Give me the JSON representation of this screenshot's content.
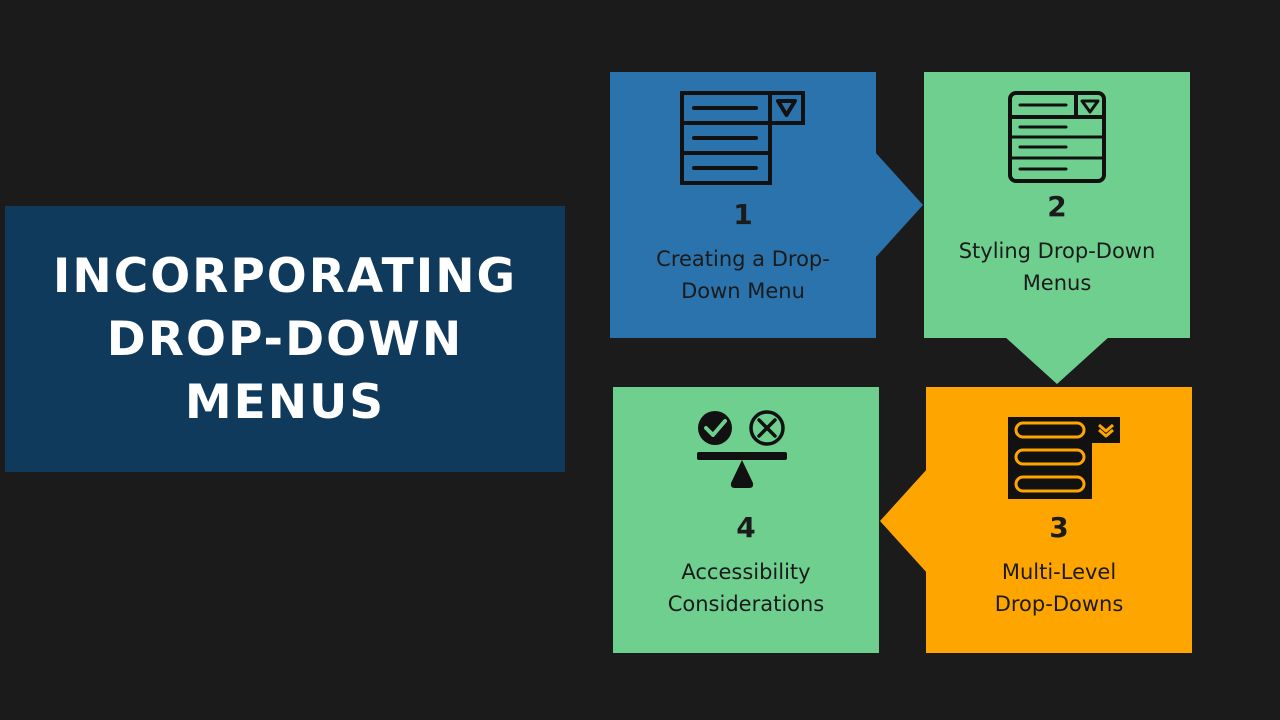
{
  "title": {
    "lines": [
      "INCORPORATING",
      "DROP-DOWN",
      "MENUS"
    ]
  },
  "steps": [
    {
      "number": "1",
      "label_lines": [
        "Creating a Drop-",
        "Down Menu"
      ],
      "icon": "dropdown-menu-icon",
      "color": "#2a73ad"
    },
    {
      "number": "2",
      "label_lines": [
        "Styling Drop-Down",
        "Menus"
      ],
      "icon": "styled-dropdown-icon",
      "color": "#6fcf8f"
    },
    {
      "number": "3",
      "label_lines": [
        "Multi-Level",
        "Drop-Downs"
      ],
      "icon": "multilevel-dropdown-icon",
      "color": "#fea500"
    },
    {
      "number": "4",
      "label_lines": [
        "Accessibility",
        "Considerations"
      ],
      "icon": "balance-scale-icon",
      "color": "#6fcf8f"
    }
  ],
  "colors": {
    "background": "#1b1b1b",
    "title_box": "#0f3a5c",
    "blue": "#2a73ad",
    "green": "#6fcf8f",
    "orange": "#fea500"
  }
}
